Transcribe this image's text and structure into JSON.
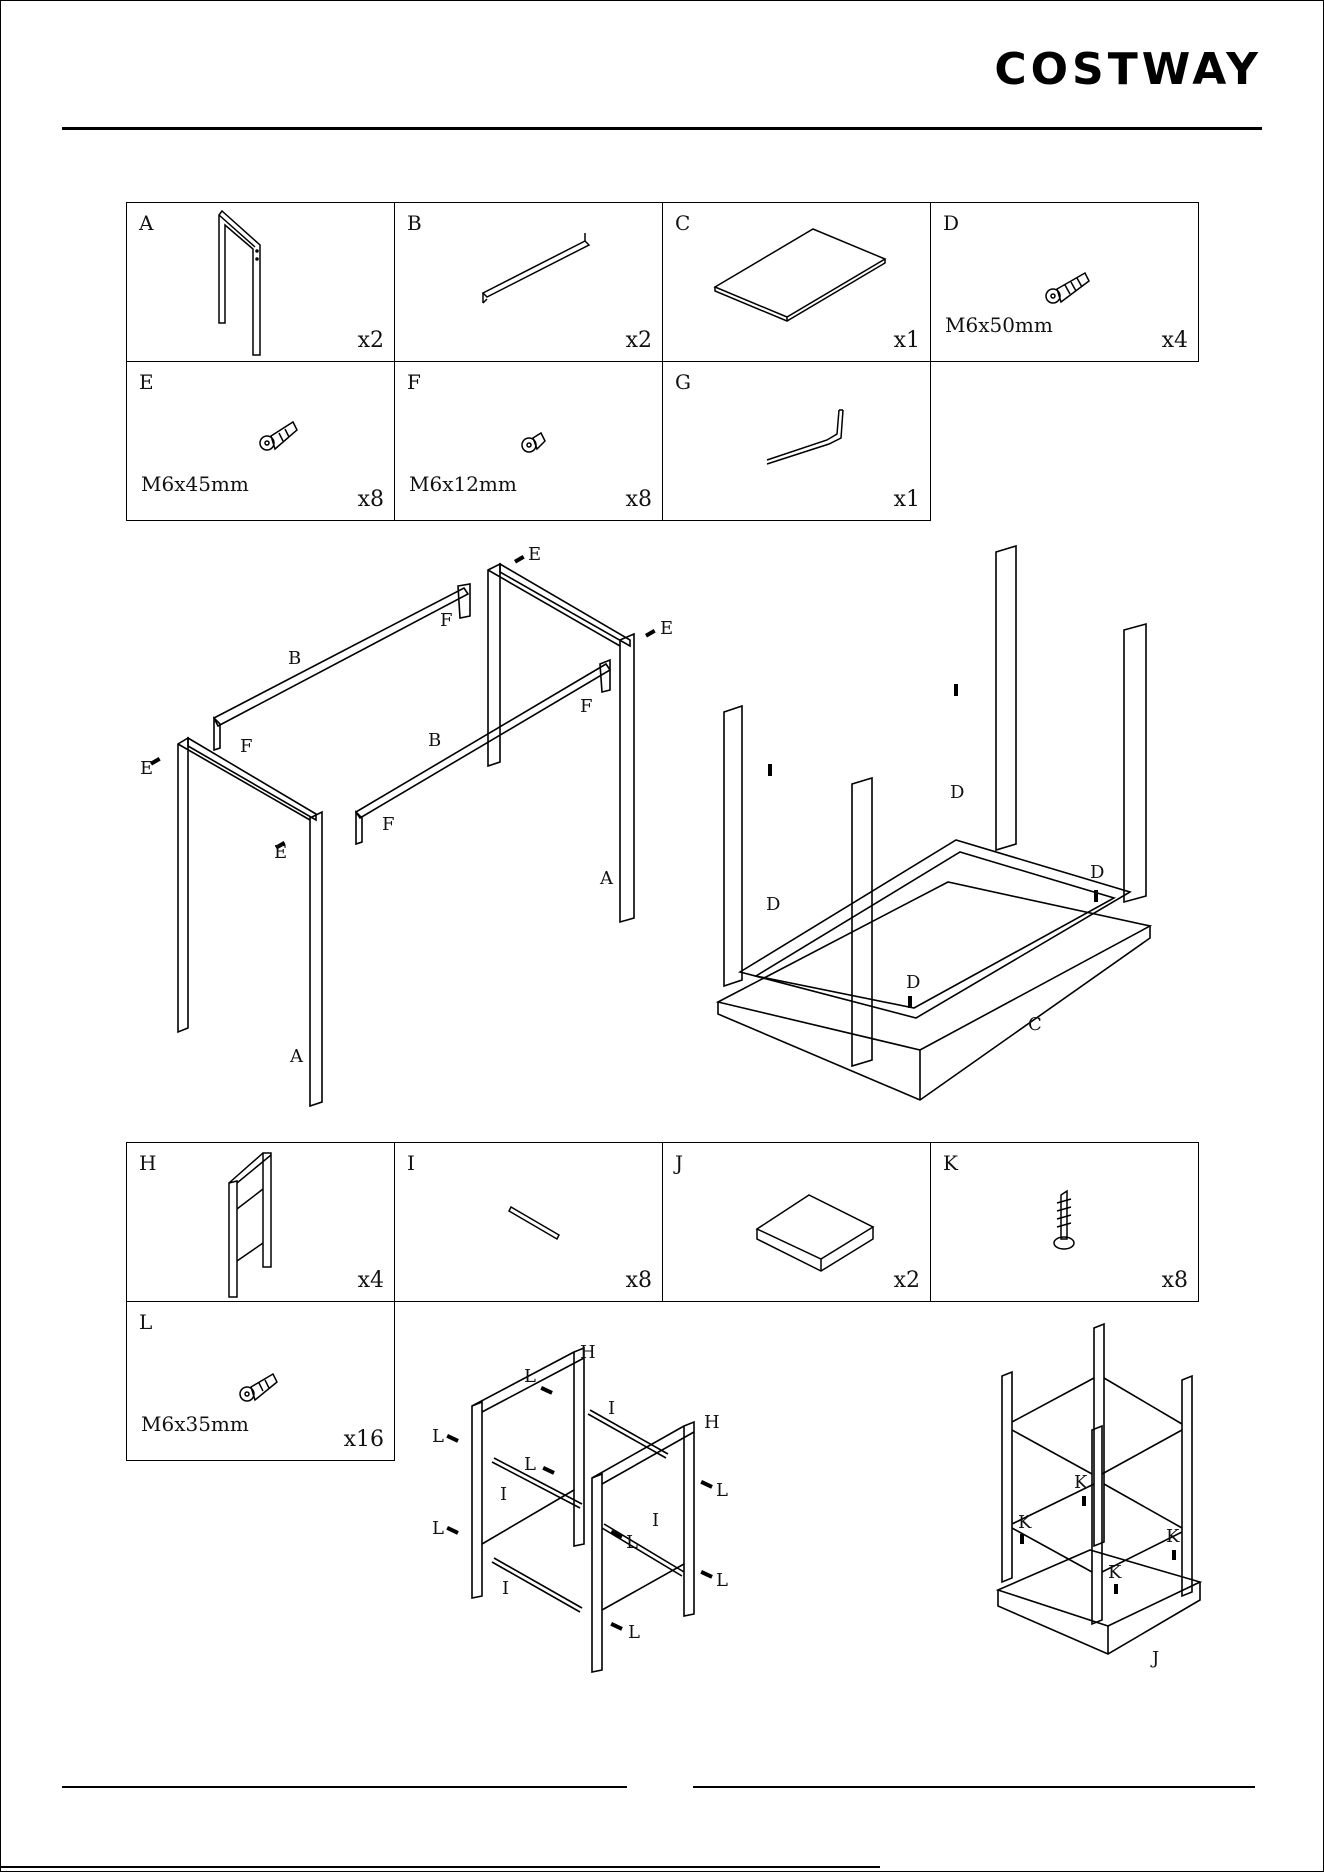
{
  "brand": "COSTWAY",
  "parts_table_1": [
    {
      "letter": "A",
      "qty": "x2",
      "spec": ""
    },
    {
      "letter": "B",
      "qty": "x2",
      "spec": ""
    },
    {
      "letter": "C",
      "qty": "x1",
      "spec": ""
    },
    {
      "letter": "D",
      "qty": "x4",
      "spec": "M6x50mm"
    },
    {
      "letter": "E",
      "qty": "x8",
      "spec": "M6x45mm"
    },
    {
      "letter": "F",
      "qty": "x8",
      "spec": "M6x12mm"
    },
    {
      "letter": "G",
      "qty": "x1",
      "spec": ""
    }
  ],
  "parts_table_2": [
    {
      "letter": "H",
      "qty": "x4",
      "spec": ""
    },
    {
      "letter": "I",
      "qty": "x8",
      "spec": ""
    },
    {
      "letter": "J",
      "qty": "x2",
      "spec": ""
    },
    {
      "letter": "K",
      "qty": "x8",
      "spec": ""
    },
    {
      "letter": "L",
      "qty": "x16",
      "spec": "M6x35mm"
    }
  ],
  "diagram_1_labels": {
    "a1": "A",
    "a2": "A",
    "b1": "B",
    "b2": "B",
    "e1": "E",
    "e2": "E",
    "e3": "E",
    "e4": "E",
    "f1": "F",
    "f2": "F",
    "f3": "F",
    "f4": "F"
  },
  "diagram_2_labels": {
    "d1": "D",
    "d2": "D",
    "d3": "D",
    "d4": "D",
    "c": "C"
  },
  "diagram_3_labels": {
    "h1": "H",
    "h2": "H",
    "i1": "I",
    "i2": "I",
    "i3": "I",
    "i4": "I",
    "l1": "L",
    "l2": "L",
    "l3": "L",
    "l4": "L",
    "l5": "L",
    "l6": "L",
    "l7": "L",
    "l8": "L"
  },
  "diagram_4_labels": {
    "k1": "K",
    "k2": "K",
    "k3": "K",
    "k4": "K",
    "j": "J"
  }
}
